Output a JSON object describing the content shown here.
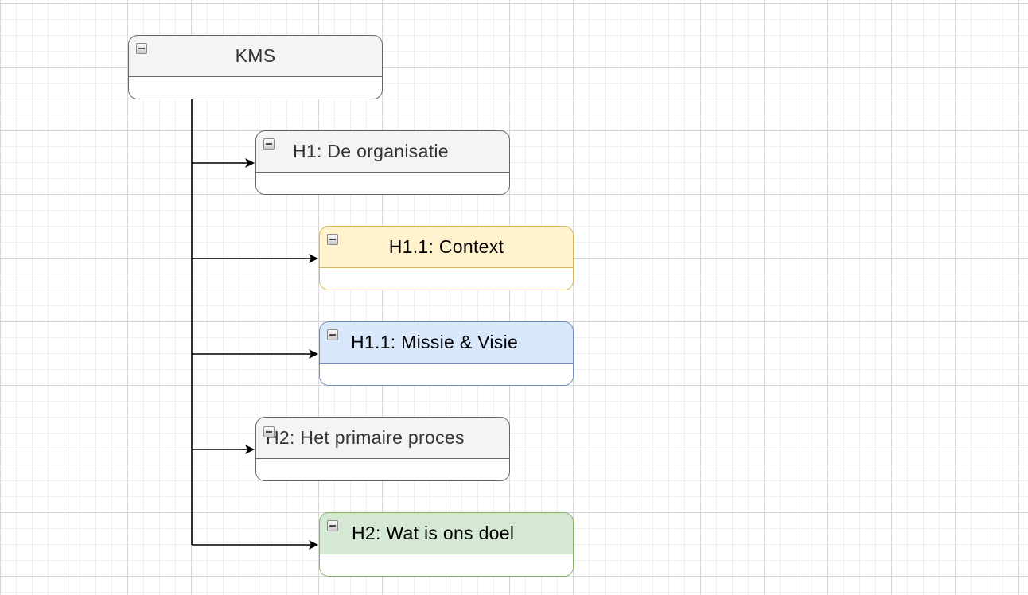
{
  "diagram": {
    "nodes": [
      {
        "id": "kms",
        "label": "KMS",
        "style": "gray",
        "parent": null
      },
      {
        "id": "h1",
        "label": "H1: De organisatie",
        "style": "gray",
        "parent": "kms"
      },
      {
        "id": "h11-context",
        "label": "H1.1: Context",
        "style": "yellow",
        "parent": "kms"
      },
      {
        "id": "h11-missie",
        "label": "H1.1: Missie & Visie",
        "style": "blue",
        "parent": "kms"
      },
      {
        "id": "h2-proces",
        "label": "H2: Het primaire proces",
        "style": "gray",
        "parent": "kms"
      },
      {
        "id": "h2-doel",
        "label": "H2: Wat is ons doel",
        "style": "green",
        "parent": "kms"
      }
    ],
    "colors": {
      "gray_fill": "#f4f4f4",
      "gray_stroke": "#666666",
      "yellow_fill": "#fff2cc",
      "yellow_stroke": "#d6b656",
      "blue_fill": "#dae8fc",
      "blue_stroke": "#6c8ebf",
      "green_fill": "#d5e8d4",
      "green_stroke": "#82b366",
      "connector": "#000000"
    },
    "collapse_icon": "collapse-minus-icon"
  }
}
